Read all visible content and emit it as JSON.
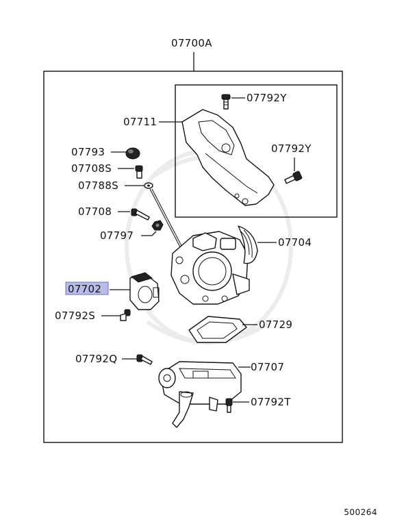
{
  "assembly": {
    "number": "07700A"
  },
  "parts": [
    {
      "id": "07711"
    },
    {
      "id": "07792Y"
    },
    {
      "id": "07792Y"
    },
    {
      "id": "07793"
    },
    {
      "id": "07708S"
    },
    {
      "id": "07788S"
    },
    {
      "id": "07708"
    },
    {
      "id": "07797"
    },
    {
      "id": "07704"
    },
    {
      "id": "07702",
      "highlighted": true
    },
    {
      "id": "07792S"
    },
    {
      "id": "07729"
    },
    {
      "id": "07792Q"
    },
    {
      "id": "07707"
    },
    {
      "id": "07792T"
    }
  ],
  "highlight_color": "#b8bce8",
  "sheet_number": "500264"
}
